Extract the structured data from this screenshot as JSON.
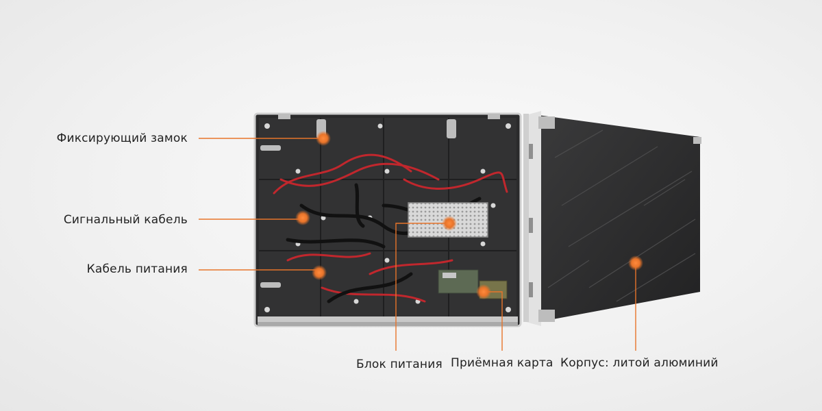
{
  "labels": {
    "lock": "Фиксирующий замок",
    "signal_cable": "Сигнальный кабель",
    "power_cable": "Кабель питания",
    "power_supply": "Блок питания",
    "receiving_card": "Приёмная карта",
    "housing": "Корпус: литой алюминий"
  },
  "colors": {
    "accent": "#e8742a",
    "text": "#222222",
    "panel_dark": "#2b2b2c",
    "cable_red": "#c1272d"
  }
}
